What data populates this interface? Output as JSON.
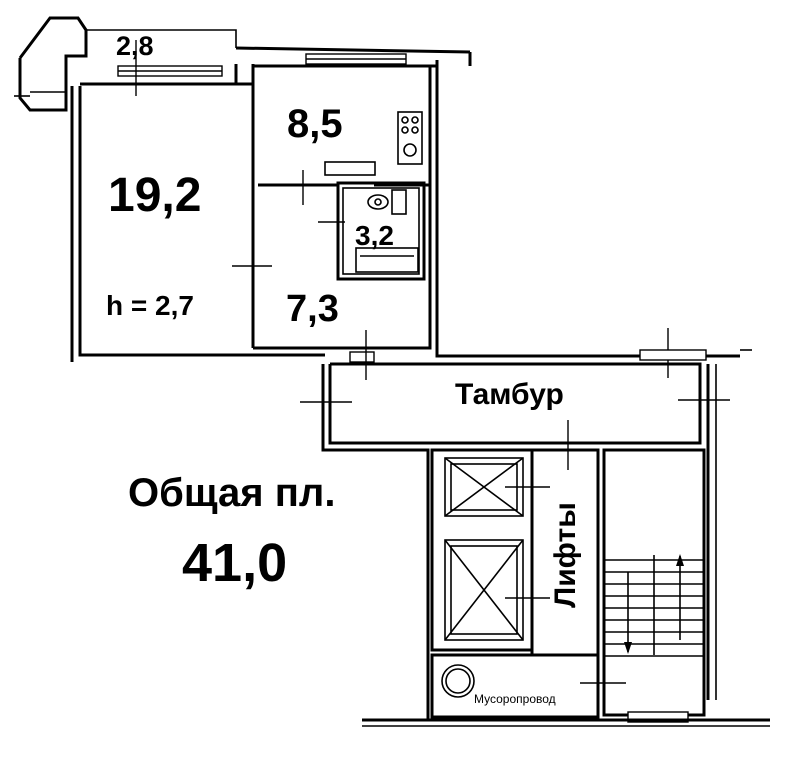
{
  "plan": {
    "rooms": {
      "loggia": "2,8",
      "living": "19,2",
      "ceiling_height": "h = 2,7",
      "kitchen": "8,5",
      "bathroom": "3,2",
      "hall": "7,3"
    },
    "vestibule": "Тамбур",
    "lifts": "Лифты",
    "chute": "Мусоропровод",
    "total_area_label": "Общая пл.",
    "total_area_value": "41,0"
  },
  "icons": [
    "stove-icon",
    "toilet-icon",
    "bathtub-icon",
    "elevator-icon",
    "garbage-chute-icon",
    "stair-arrow-up-icon",
    "stair-arrow-down-icon"
  ]
}
